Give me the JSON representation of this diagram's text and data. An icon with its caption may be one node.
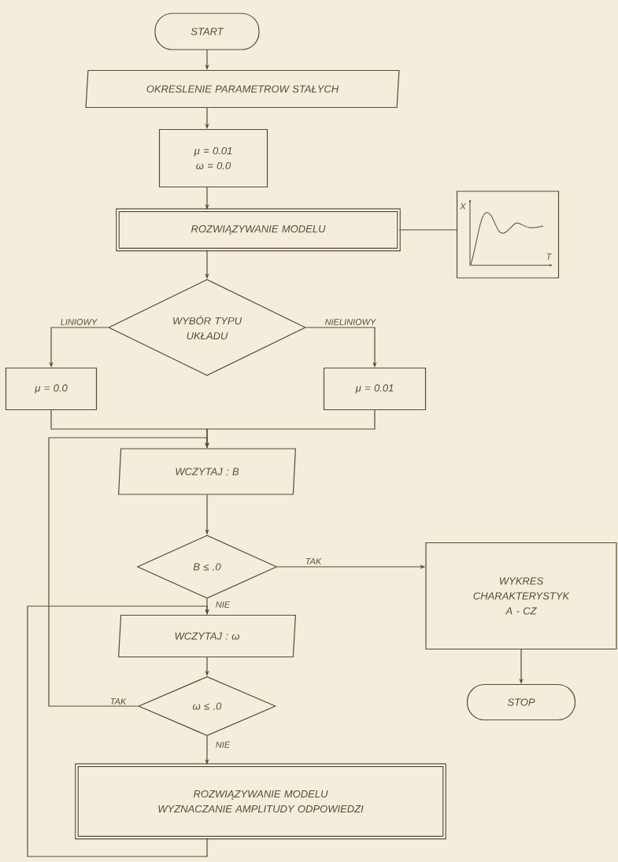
{
  "diagram": {
    "nodes": [
      {
        "text": [
          "START"
        ]
      },
      {
        "text": [
          "OKRESLENIE PARAMETROW STAŁYCH"
        ]
      },
      {
        "text": [
          "μ = 0.01",
          "ω = 0.0"
        ]
      },
      {
        "text": [
          "ROZWIĄZYWANIE MODELU"
        ]
      },
      {
        "text": [],
        "shape": "picture"
      },
      {
        "text": [
          "WYBÓR TYPU UKŁADU"
        ]
      },
      {
        "text": [
          "μ = 0.0"
        ]
      },
      {
        "text": [
          "μ = 0.01"
        ]
      },
      {
        "text": [
          "WCZYTAJ : B"
        ]
      },
      {
        "text": [
          "B ≤ .0"
        ]
      },
      {
        "text": [
          "WYKRES CHARAKTERYSTYK A - CZ"
        ]
      },
      {
        "text": [
          "STOP"
        ]
      },
      {
        "text": [
          "WCZYTAJ : ω"
        ]
      },
      {
        "text": [
          "ω ≤ .0"
        ]
      },
      {
        "text": [
          "ROZWIĄZYWANIE MODELU",
          "WYZNACZANIE AMPLITUDY ODPOWIEDZI"
        ]
      }
    ],
    "edges": [
      {
        "from": 0,
        "to": 1,
        "arrow": "to"
      },
      {
        "from": 1,
        "to": 2,
        "arrow": "to"
      },
      {
        "from": 2,
        "to": 3,
        "arrow": "to"
      },
      {
        "from": 3,
        "to": 4,
        "arrow": "none"
      },
      {
        "from": 3,
        "to": 5,
        "arrow": "to"
      },
      {
        "from": 5,
        "to": 6,
        "arrow": "to",
        "label": "LINIOWY"
      },
      {
        "from": 5,
        "to": 7,
        "arrow": "to",
        "label": "NIELINIOWY"
      },
      {
        "from": 6,
        "to": 8,
        "arrow": "to"
      },
      {
        "from": 7,
        "to": 8,
        "arrow": "to"
      },
      {
        "from": 8,
        "to": 9,
        "arrow": "to"
      },
      {
        "from": 9,
        "to": 10,
        "arrow": "to",
        "label": "TAK"
      },
      {
        "from": 9,
        "to": 12,
        "arrow": "to",
        "label": "NIE"
      },
      {
        "from": 10,
        "to": 11,
        "arrow": "to"
      },
      {
        "from": 12,
        "to": 13,
        "arrow": "to"
      },
      {
        "from": 13,
        "to": 8,
        "arrow": "to",
        "label": "TAK"
      },
      {
        "from": 13,
        "to": 14,
        "arrow": "to",
        "label": "NIE"
      },
      {
        "from": 14,
        "to": 12,
        "arrow": "to"
      }
    ],
    "labels": [
      "X",
      "T"
    ]
  }
}
